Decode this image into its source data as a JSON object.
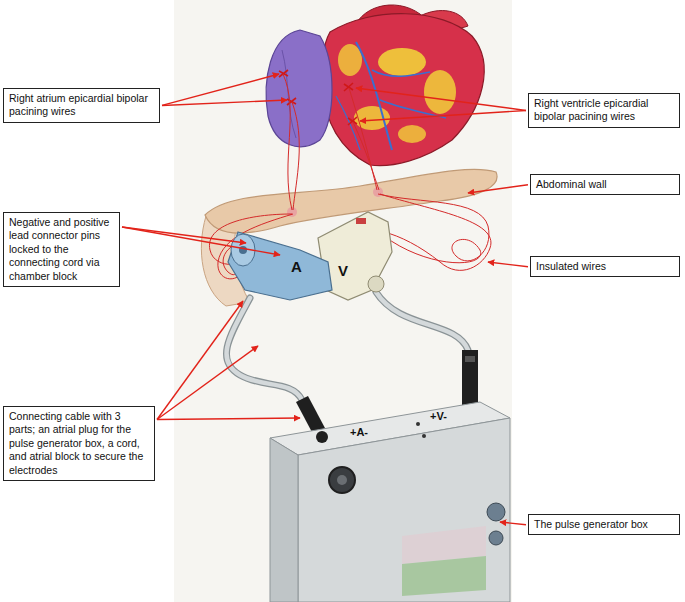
{
  "diagram": {
    "nodes": [
      {
        "text": [
          "Right atrium epicardial bipolar pacining wires"
        ]
      },
      {
        "text": [
          "Right ventricle epicardial bipolar pacining wires"
        ]
      },
      {
        "text": [
          "Abdominal wall"
        ]
      },
      {
        "text": [
          "Negative and positive lead connector pins locked to the connecting cord via chamber block"
        ]
      },
      {
        "text": [
          "Insulated wires"
        ]
      },
      {
        "text": [
          "Connecting cable with 3 parts; an atrial plug for the pulse generator box, a cord, and atrial block to secure the electrodes"
        ]
      },
      {
        "text": [
          "The pulse generator box"
        ]
      }
    ],
    "labels": [
      "A",
      "V",
      "+A-",
      "+V-"
    ]
  }
}
